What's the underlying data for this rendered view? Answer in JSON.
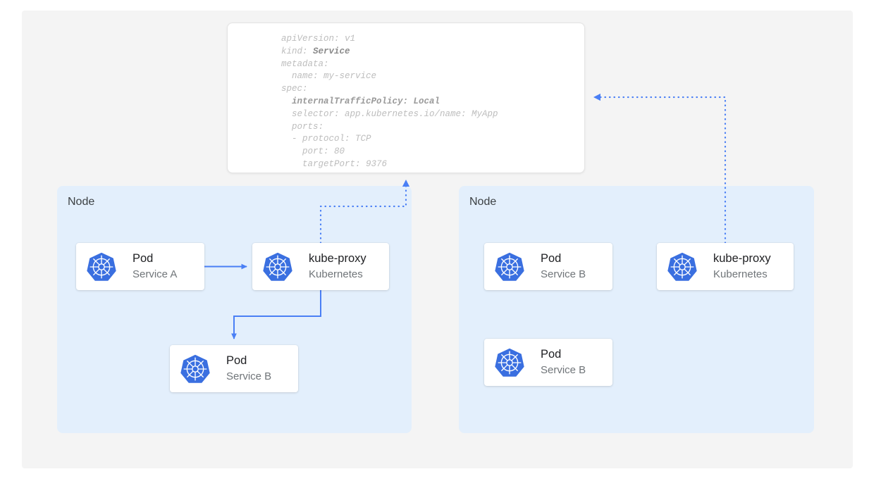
{
  "theme": {
    "canvas_bg": "#f4f4f4",
    "node_bg": "#e3effc",
    "card_bg": "#ffffff",
    "accent_blue": "#4a7ff5",
    "k8s_blue": "#3a6fe0",
    "title_color": "#202124",
    "subtitle_color": "#707579",
    "yaml_color": "#bdbdbd"
  },
  "spec_card": {
    "name": "kubernetes-service-yaml",
    "lines": [
      {
        "text": "apiVersion: v1",
        "bold": false
      },
      {
        "text": "kind: ",
        "bold": false,
        "value": "Service"
      },
      {
        "text": "metadata:",
        "bold": false
      },
      {
        "text": "  name: my-service",
        "bold": false
      },
      {
        "text": "spec:",
        "bold": false
      },
      {
        "text": "  internalTrafficPolicy: Local",
        "bold": true
      },
      {
        "text": "  selector: app.kubernetes.io/name: MyApp",
        "bold": false
      },
      {
        "text": "  ports:",
        "bold": false
      },
      {
        "text": "  - protocol: TCP",
        "bold": false
      },
      {
        "text": "    port: 80",
        "bold": false
      },
      {
        "text": "    targetPort: 9376",
        "bold": false
      }
    ]
  },
  "nodes": [
    {
      "id": "node-left",
      "label": "Node"
    },
    {
      "id": "node-right",
      "label": "Node"
    }
  ],
  "cards": {
    "pod_a": {
      "title": "Pod",
      "subtitle": "Service A",
      "icon": "kubernetes-icon"
    },
    "kube_proxy_left": {
      "title": "kube-proxy",
      "subtitle": "Kubernetes",
      "icon": "kubernetes-icon"
    },
    "pod_b_left": {
      "title": "Pod",
      "subtitle": "Service B",
      "icon": "kubernetes-icon"
    },
    "pod_b_right_top": {
      "title": "Pod",
      "subtitle": "Service B",
      "icon": "kubernetes-icon"
    },
    "pod_b_right_bottom": {
      "title": "Pod",
      "subtitle": "Service B",
      "icon": "kubernetes-icon"
    },
    "kube_proxy_right": {
      "title": "kube-proxy",
      "subtitle": "Kubernetes",
      "icon": "kubernetes-icon"
    }
  },
  "connectors": [
    {
      "name": "pod-a-to-kube-proxy",
      "style": "solid",
      "arrow": "right"
    },
    {
      "name": "kube-proxy-to-pod-b",
      "style": "solid",
      "arrow": "down"
    },
    {
      "name": "kube-proxy-left-to-spec",
      "style": "dotted",
      "arrow": "up"
    },
    {
      "name": "kube-proxy-right-to-spec",
      "style": "dotted",
      "arrow": "left"
    }
  ]
}
